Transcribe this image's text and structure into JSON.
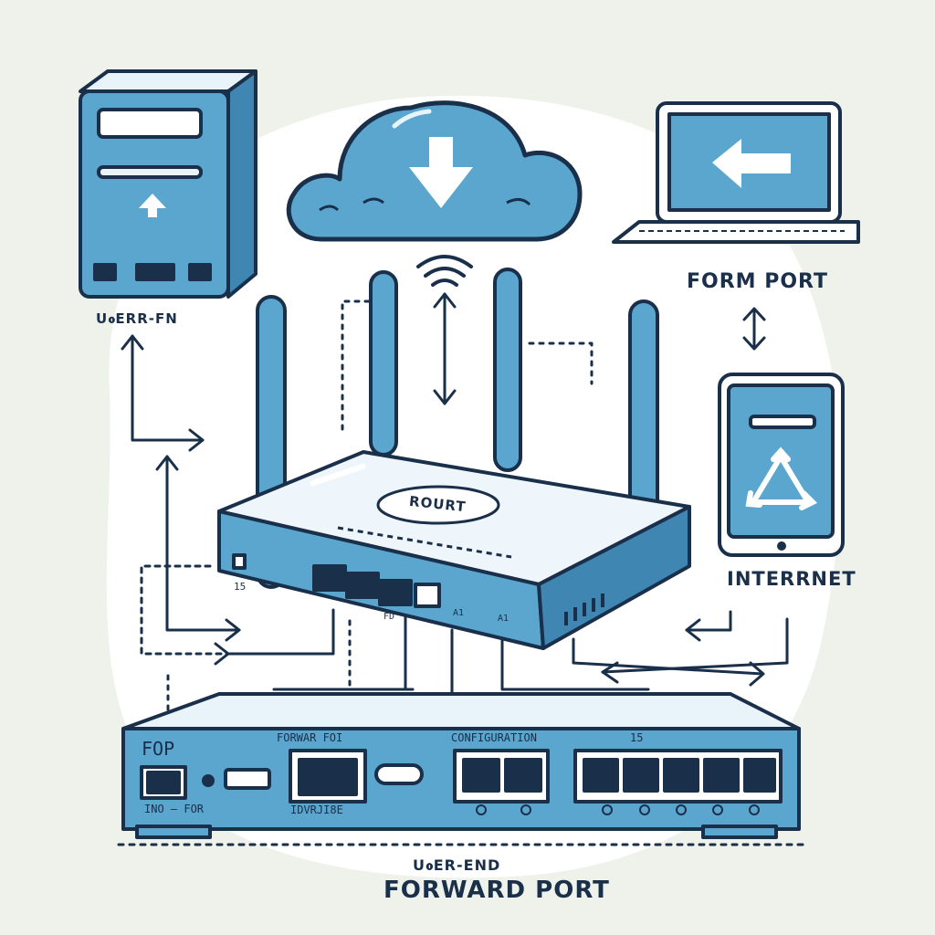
{
  "labels": {
    "server": "UߋERR-FN",
    "form_port": "FORM PORT",
    "internet": "INTERRNET",
    "router_badge": "ROURT",
    "user_end": "UߋER-END",
    "forward_port": "FORWARD PORT"
  },
  "switch_labels": {
    "fop": "FOP",
    "forward": "FORWAR FOI",
    "config": "CONFIGURATION",
    "group_num": "15",
    "left_sub": "INO – FOR",
    "mid_sub": "IDVRJI8E"
  },
  "router_labels": {
    "port_tag": "FD",
    "side_num": "15",
    "conn_a": "A1",
    "conn_b": "A1"
  },
  "colors": {
    "blue": "#5aa6cf",
    "outline": "#1a2f4a",
    "light": "#e9f4fa"
  },
  "icons": [
    "cloud-download-icon",
    "wifi-signal-icon",
    "left-arrow-icon",
    "up-arrow-icon",
    "triangle-share-icon"
  ]
}
